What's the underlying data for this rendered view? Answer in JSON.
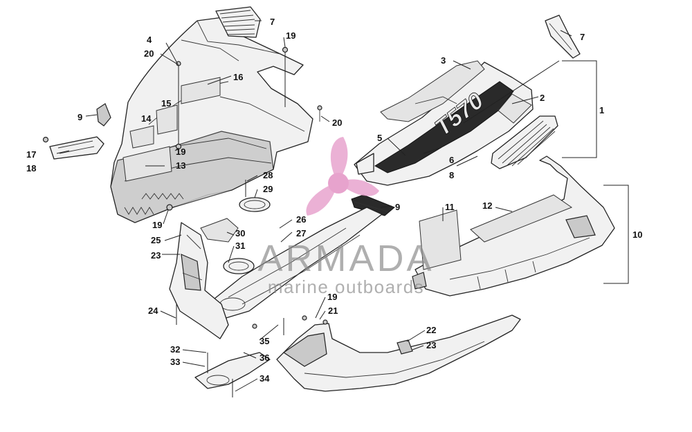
{
  "callouts": {
    "c1": "1",
    "c2": "2",
    "c3": "3",
    "c4": "4",
    "c5": "5",
    "c6": "6",
    "c7a": "7",
    "c7b": "7",
    "c8": "8",
    "c9a": "9",
    "c9b": "9",
    "c10": "10",
    "c11": "11",
    "c12": "12",
    "c13": "13",
    "c14": "14",
    "c15": "15",
    "c16": "16",
    "c17": "17",
    "c18": "18",
    "c19a": "19",
    "c19b": "19",
    "c19c": "19",
    "c19d": "19",
    "c20a": "20",
    "c20b": "20",
    "c21": "21",
    "c22": "22",
    "c23a": "23",
    "c23b": "23",
    "c24": "24",
    "c25": "25",
    "c26": "26",
    "c27": "27",
    "c28": "28",
    "c29": "29",
    "c30": "30",
    "c31": "31",
    "c32": "32",
    "c33": "33",
    "c34": "34",
    "c35": "35",
    "c36": "36"
  },
  "decal_text": "T570",
  "watermark": {
    "brand": "ARMADA",
    "tagline": "marine outboards",
    "logo_color": "#e59ac8",
    "text_color": "#8a8a8a"
  }
}
